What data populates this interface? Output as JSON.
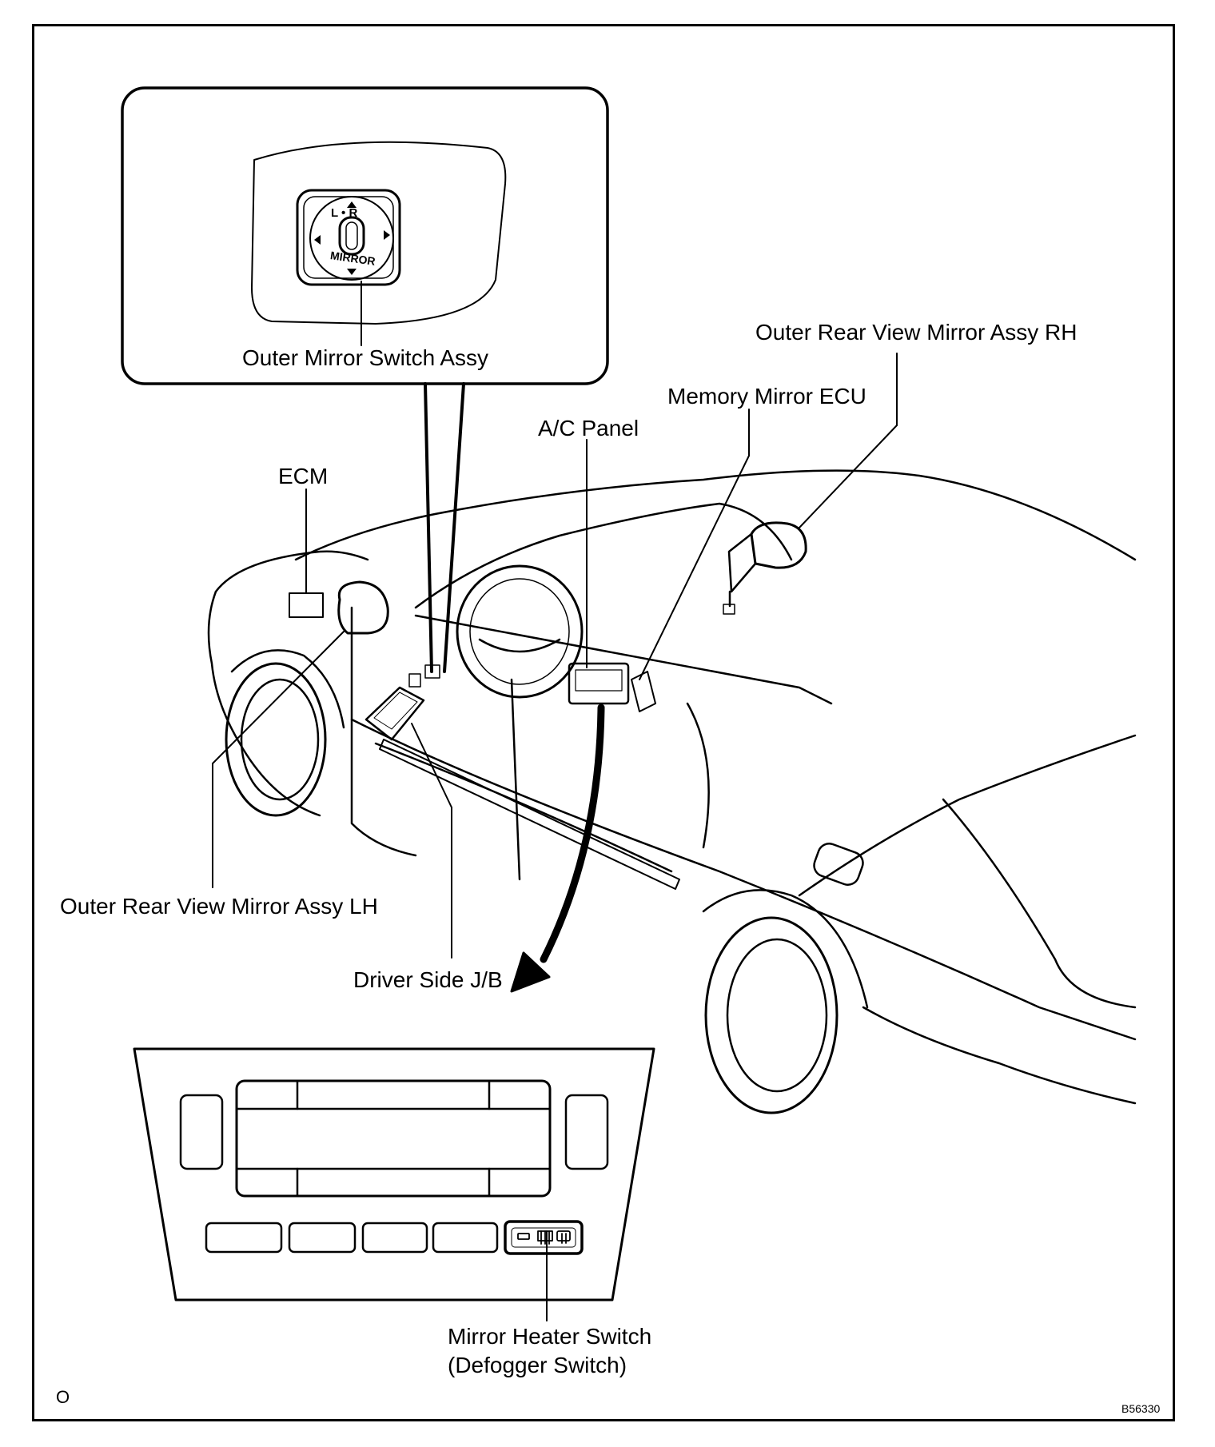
{
  "labels": {
    "outer_mirror_switch_assy": "Outer Mirror Switch Assy",
    "outer_rear_view_mirror_rh": "Outer Rear View Mirror Assy RH",
    "memory_mirror_ecu": "Memory Mirror ECU",
    "ac_panel": "A/C Panel",
    "ecm": "ECM",
    "outer_rear_view_mirror_lh": "Outer Rear View Mirror Assy LH",
    "driver_side_jb": "Driver Side J/B",
    "mirror_heater_switch_line1": "Mirror  Heater  Switch",
    "mirror_heater_switch_line2": "(Defogger Switch)",
    "switch_mirror_text": "MIRROR",
    "switch_lr_text": "L • R",
    "corner_code": "O",
    "figure_code": "B56330"
  }
}
